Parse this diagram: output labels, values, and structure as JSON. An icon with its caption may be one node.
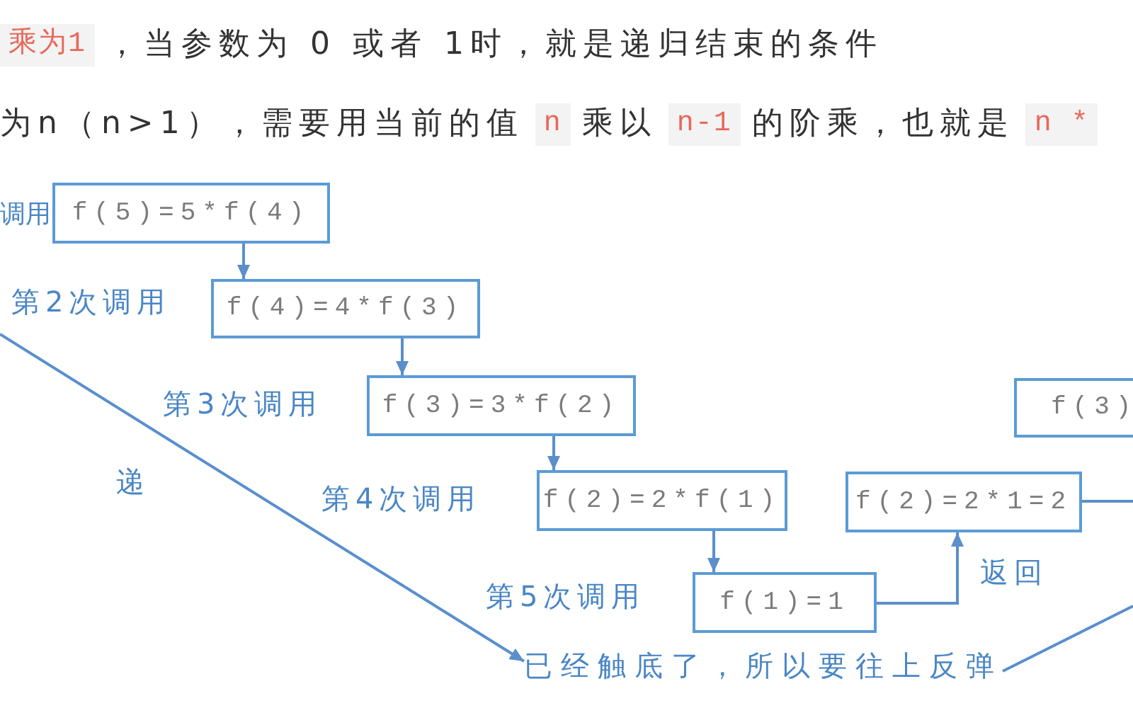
{
  "diagram": {
    "nodes": [
      {
        "text": [
          "f(5)=5*f(4)"
        ],
        "beside": [
          "调用"
        ]
      },
      {
        "text": [
          "f(4)=4*f(3)"
        ],
        "beside": [
          "第2次调用"
        ]
      },
      {
        "text": [
          "f(3)=3*f(2)"
        ],
        "beside": [
          "第3次调用"
        ]
      },
      {
        "text": [
          "f(2)=2*f(1)"
        ],
        "beside": [
          "第4次调用"
        ]
      },
      {
        "text": [
          "f(1)=1"
        ],
        "beside": [
          "第5次调用"
        ]
      },
      {
        "text": [
          "f(2)=2*1=2"
        ]
      },
      {
        "text": [
          "f(3)"
        ]
      },
      {
        "text": [
          "已经触底了，所以要往上反弹"
        ]
      }
    ],
    "edges": [
      {
        "from": 0,
        "to": 1,
        "arrow": "to"
      },
      {
        "from": 1,
        "to": 2,
        "arrow": "to"
      },
      {
        "from": 2,
        "to": 3,
        "arrow": "to"
      },
      {
        "from": 3,
        "to": 4,
        "arrow": "to"
      },
      {
        "from": 4,
        "to": 5,
        "arrow": "to",
        "label": "返回"
      },
      {
        "from": 5,
        "to": null,
        "arrow": "none"
      },
      {
        "from": null,
        "to": 7,
        "arrow": "to",
        "label": "递"
      },
      {
        "from": 7,
        "to": null,
        "arrow": "none"
      }
    ],
    "labels": [
      "乘为1",
      "，当参数为 0 或者 1时，就是递归结束的条件",
      "为n（n>1），需要用当前的值",
      "n",
      "乘以",
      "n-1",
      "的阶乘，也就是",
      "n *"
    ]
  }
}
